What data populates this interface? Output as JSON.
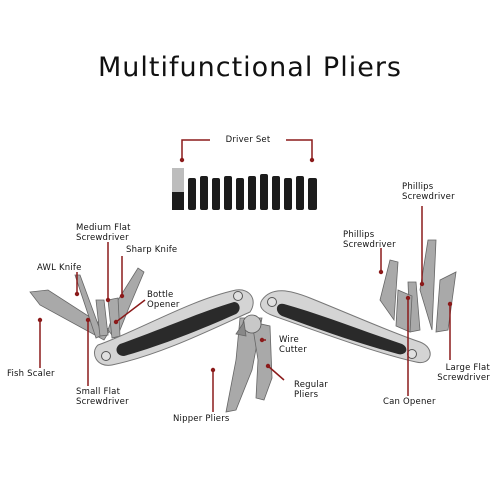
{
  "title": "Multifunctional Pliers",
  "colors": {
    "leader": "#8b1a1a",
    "handle": "#d4d4d4",
    "grip": "#2a2a2a",
    "bit": "#1c1c1c",
    "steel": "#a9a9a9"
  },
  "labels": {
    "driver_set": "Driver Set",
    "phillips_top": "Phillips\nScrewdriver",
    "medium_flat": "Medium Flat\nScrewdriver",
    "sharp_knife": "Sharp Knife",
    "phillips_mid": "Phillips\nScrewdriver",
    "awl_knife": "AWL Knife",
    "bottle_opener": "Bottle\nOpener",
    "wire_cutter": "Wire\nCutter",
    "fish_scaler": "Fish Scaler",
    "small_flat": "Small Flat\nScrewdriver",
    "regular_pliers": "Regular\nPliers",
    "large_flat": "Large Flat\nScrewdriver",
    "can_opener": "Can Opener",
    "nipper_pliers": "Nipper Pliers"
  }
}
